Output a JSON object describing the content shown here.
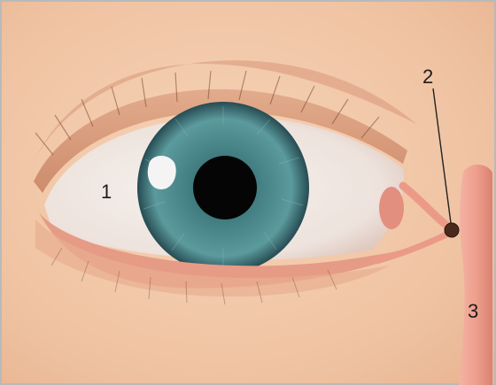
{
  "labels": {
    "one": "1",
    "two": "2",
    "three": "3"
  },
  "colors": {
    "skin": "#f1c7a7",
    "iris": "#4c8b8e",
    "pupil": "#050505",
    "sclera": "#f2ece8",
    "duct": "#eb9b8a"
  }
}
